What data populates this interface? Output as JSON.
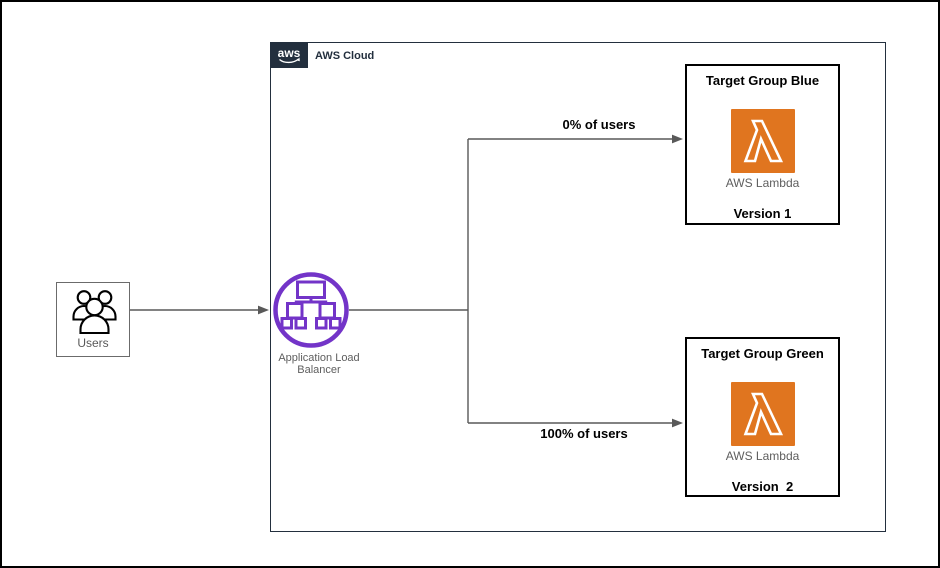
{
  "aws_cloud": {
    "logo_text": "aws",
    "label": "AWS Cloud"
  },
  "users": {
    "label": "Users"
  },
  "load_balancer": {
    "label_line1": "Application Load",
    "label_line2": "Balancer"
  },
  "edges": {
    "to_blue_label": "0% of users",
    "to_green_label": "100% of users"
  },
  "target_group_blue": {
    "title": "Target Group Blue",
    "service_label": "AWS Lambda",
    "version_label": "Version 1"
  },
  "target_group_green": {
    "title": "Target Group Green",
    "service_label": "AWS Lambda",
    "version_label": "Version  2"
  },
  "colors": {
    "alb_purple": "#7334C8",
    "lambda_orange": "#E0751F",
    "aws_dark": "#232F3E",
    "connector_gray": "#595959",
    "label_gray": "#5E5E5E"
  }
}
